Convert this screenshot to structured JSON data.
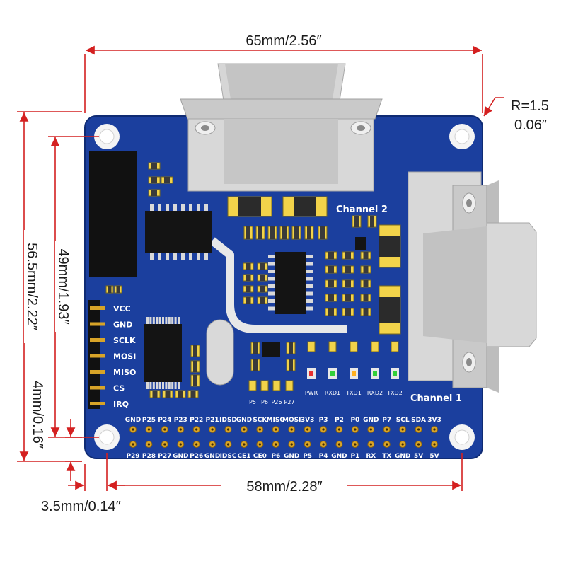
{
  "dimensions": {
    "width_top": "65mm/2.56″",
    "radius_line1": "R=1.5",
    "radius_line2": "0.06″",
    "height_outer": "56.5mm/2.22″",
    "height_inner": "49mm/1.93″",
    "margin_vertical": "4mm/0.16″",
    "width_bottom": "58mm/2.28″",
    "margin_horizontal": "3.5mm/0.14″"
  },
  "board": {
    "channel1": "Channel 1",
    "channel2": "Channel 2",
    "spi_pins": [
      "VCC",
      "GND",
      "SCLK",
      "MOSI",
      "MISO",
      "CS",
      "IRQ"
    ],
    "header_top": [
      "GND",
      "P25",
      "P24",
      "P23",
      "P22",
      "P21",
      "IDSD",
      "GND",
      "SCK",
      "MISO",
      "MOSI",
      "3V3",
      "P3",
      "P2",
      "P0",
      "GND",
      "P7",
      "SCL",
      "SDA",
      "3V3"
    ],
    "header_bottom": [
      "P29",
      "P28",
      "P27",
      "GND",
      "P26",
      "GND",
      "IDSC",
      "CE1",
      "CE0",
      "P6",
      "GND",
      "P5",
      "P4",
      "GND",
      "P1",
      "RX",
      "TX",
      "GND",
      "5V",
      "5V"
    ],
    "leds": [
      "PWR",
      "RXD1",
      "TXD1",
      "RXD2",
      "TXD2"
    ],
    "jumpers": [
      "P5",
      "P6",
      "P26",
      "P27"
    ]
  },
  "colors": {
    "pcb": "#1b3f9e",
    "dimension_line": "#d42020",
    "connector": "#cfcfcf",
    "header_gold": "#d8a428"
  }
}
